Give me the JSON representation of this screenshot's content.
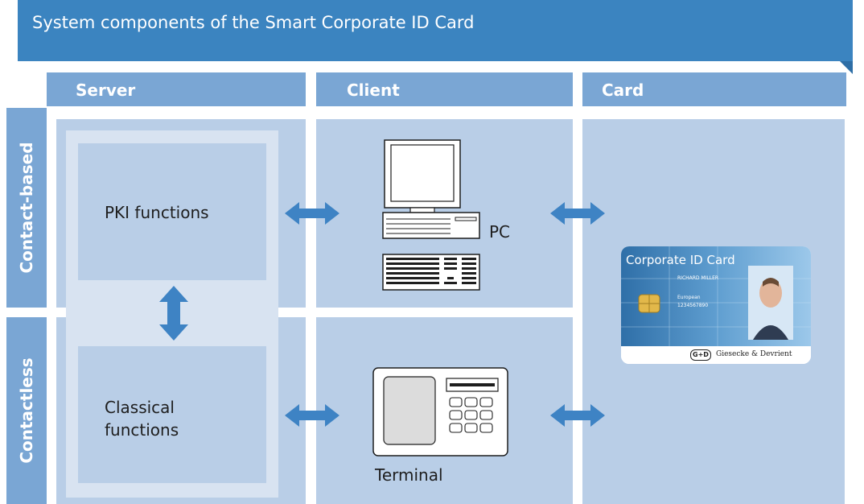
{
  "title": "System components of the Smart Corporate ID Card",
  "columns": [
    "Server",
    "Client",
    "Card"
  ],
  "rows": [
    "Contact-based",
    "Contactless"
  ],
  "labels": {
    "pki": "PKI functions",
    "classical": "Classical\nfunctions",
    "pc": "PC",
    "terminal": "Terminal"
  },
  "card": {
    "title": "Corporate ID Card",
    "name": "RICHARD MILLER",
    "nationality": "European",
    "number": "1234567890",
    "logo": "G+D",
    "brand": "Giesecke & Devrient"
  },
  "colors": {
    "title_bar": "#3b84c0",
    "header": "#7aa6d4",
    "cell": "#b9cee7",
    "frame": "#d8e3f1",
    "arrow": "#3e83c4"
  }
}
